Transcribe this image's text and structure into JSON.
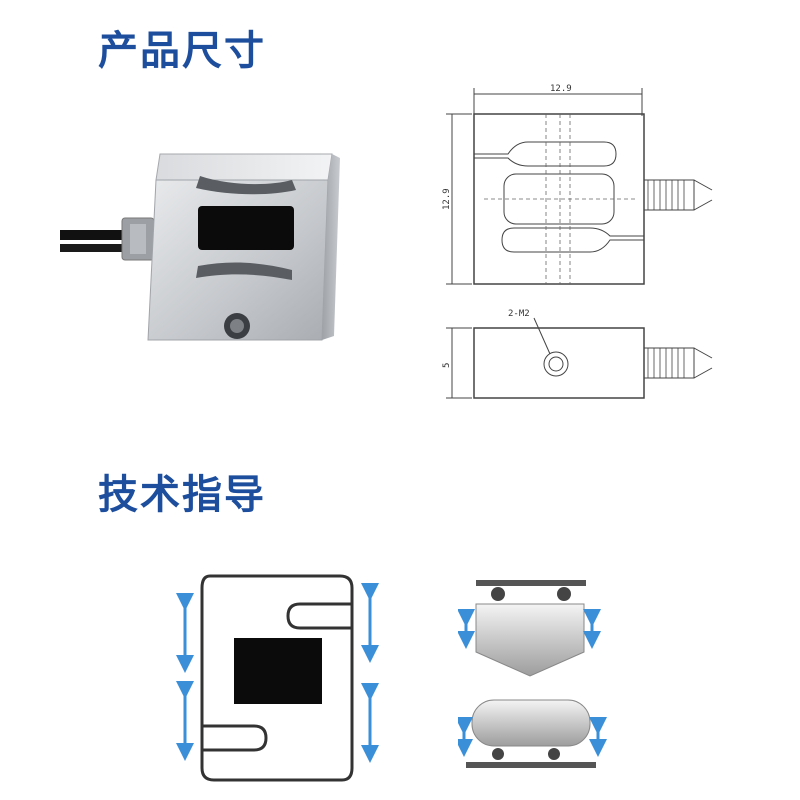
{
  "sections": {
    "dimensions_title": "产品尺寸",
    "guide_title": "技术指导"
  },
  "drawing": {
    "width_label": "12.9",
    "height_label": "12.9",
    "thread_label": "2-M2",
    "depth_label": "5"
  },
  "colors": {
    "heading": "#1d4e9e",
    "arrow": "#3a8fd8",
    "metal": "#c9ccd0",
    "line": "#444444"
  },
  "icons": {
    "arrow": "double-headed-arrow-icon"
  }
}
